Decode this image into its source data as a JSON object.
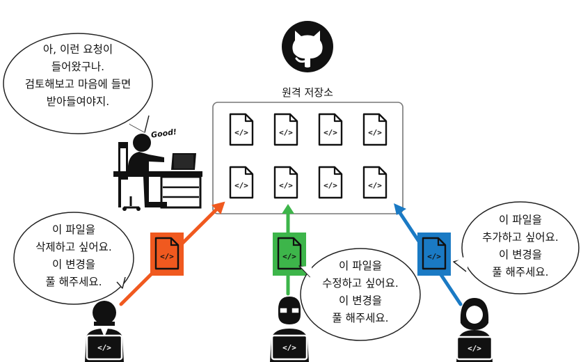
{
  "repo": {
    "label": "원격 저장소",
    "logo": "github-octocat-icon",
    "file_icon": "code-file-icon",
    "file_count": 8
  },
  "reviewer": {
    "speech_lines": [
      "아, 이런 요청이",
      "들어왔구나.",
      "검토해보고 마음에 들면",
      "받아들여야지."
    ],
    "exclamation": "Good!"
  },
  "contributors": [
    {
      "id": "delete",
      "speech_lines": [
        "이 파일을",
        "삭제하고 싶어요.",
        "이 변경을",
        "풀 해주세요."
      ],
      "color": "#f0591f"
    },
    {
      "id": "modify",
      "speech_lines": [
        "이 파일을",
        "수정하고 싶어요.",
        "이 변경을",
        "풀 해주세요."
      ],
      "color": "#3db54a"
    },
    {
      "id": "add",
      "speech_lines": [
        "이 파일을",
        "추가하고 싶어요.",
        "이 변경을",
        "풀 해주세요."
      ],
      "color": "#1a7ac4"
    }
  ],
  "colors": {
    "ink": "#111111",
    "bubble_stroke": "#222222",
    "repo_border": "#777777"
  }
}
